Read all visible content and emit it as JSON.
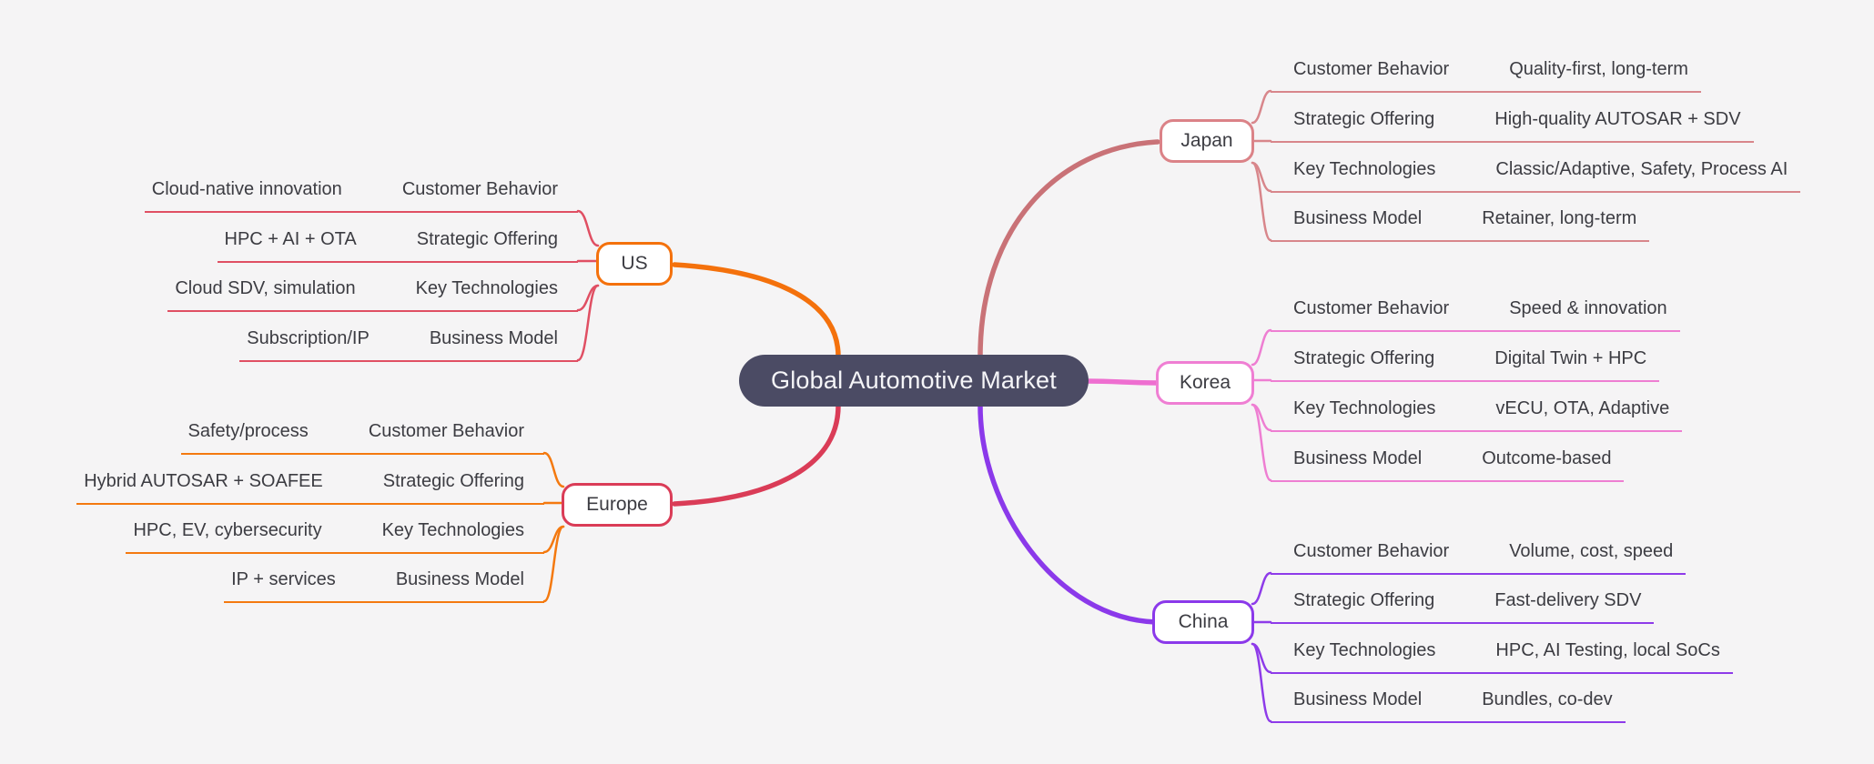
{
  "background": "#f5f4f5",
  "text_color": "#3c3c42",
  "root": {
    "label": "Global Automotive Market",
    "fill": "#4b4b64",
    "text_color": "#f5f5f8"
  },
  "branches": [
    {
      "id": "us",
      "label": "US",
      "side": "left",
      "node_border_color": "#f4710c",
      "link_color": "#f4710c",
      "child_line_color": "#e04f63",
      "children": [
        {
          "key": "Customer Behavior",
          "value": "Cloud-native innovation"
        },
        {
          "key": "Strategic Offering",
          "value": "HPC + AI + OTA"
        },
        {
          "key": "Key Technologies",
          "value": "Cloud SDV, simulation"
        },
        {
          "key": "Business Model",
          "value": "Subscription/IP"
        }
      ]
    },
    {
      "id": "europe",
      "label": "Europe",
      "side": "left",
      "node_border_color": "#da3c57",
      "link_color": "#da3c57",
      "child_line_color": "#f4790f",
      "children": [
        {
          "key": "Customer Behavior",
          "value": "Safety/process"
        },
        {
          "key": "Strategic Offering",
          "value": "Hybrid AUTOSAR + SOAFEE"
        },
        {
          "key": "Key Technologies",
          "value": "HPC, EV, cybersecurity"
        },
        {
          "key": "Business Model",
          "value": "IP + services"
        }
      ]
    },
    {
      "id": "japan",
      "label": "Japan",
      "side": "right",
      "node_border_color": "#db8287",
      "link_color": "#c97277",
      "child_line_color": "#d8868b",
      "children": [
        {
          "key": "Customer Behavior",
          "value": "Quality-first, long-term"
        },
        {
          "key": "Strategic Offering",
          "value": "High-quality AUTOSAR + SDV"
        },
        {
          "key": "Key Technologies",
          "value": "Classic/Adaptive, Safety, Process AI"
        },
        {
          "key": "Business Model",
          "value": "Retainer, long-term"
        }
      ]
    },
    {
      "id": "korea",
      "label": "Korea",
      "side": "right",
      "node_border_color": "#ef7ed3",
      "link_color": "#ee6ed0",
      "child_line_color": "#ee7ed2",
      "children": [
        {
          "key": "Customer Behavior",
          "value": "Speed & innovation"
        },
        {
          "key": "Strategic Offering",
          "value": "Digital Twin + HPC"
        },
        {
          "key": "Key Technologies",
          "value": "vECU, OTA, Adaptive"
        },
        {
          "key": "Business Model",
          "value": "Outcome-based"
        }
      ]
    },
    {
      "id": "china",
      "label": "China",
      "side": "right",
      "node_border_color": "#8b39ea",
      "link_color": "#8b39ea",
      "child_line_color": "#8e3be9",
      "children": [
        {
          "key": "Customer Behavior",
          "value": "Volume, cost, speed"
        },
        {
          "key": "Strategic Offering",
          "value": "Fast-delivery SDV"
        },
        {
          "key": "Key Technologies",
          "value": "HPC, AI Testing, local SoCs"
        },
        {
          "key": "Business Model",
          "value": "Bundles, co-dev"
        }
      ]
    }
  ]
}
